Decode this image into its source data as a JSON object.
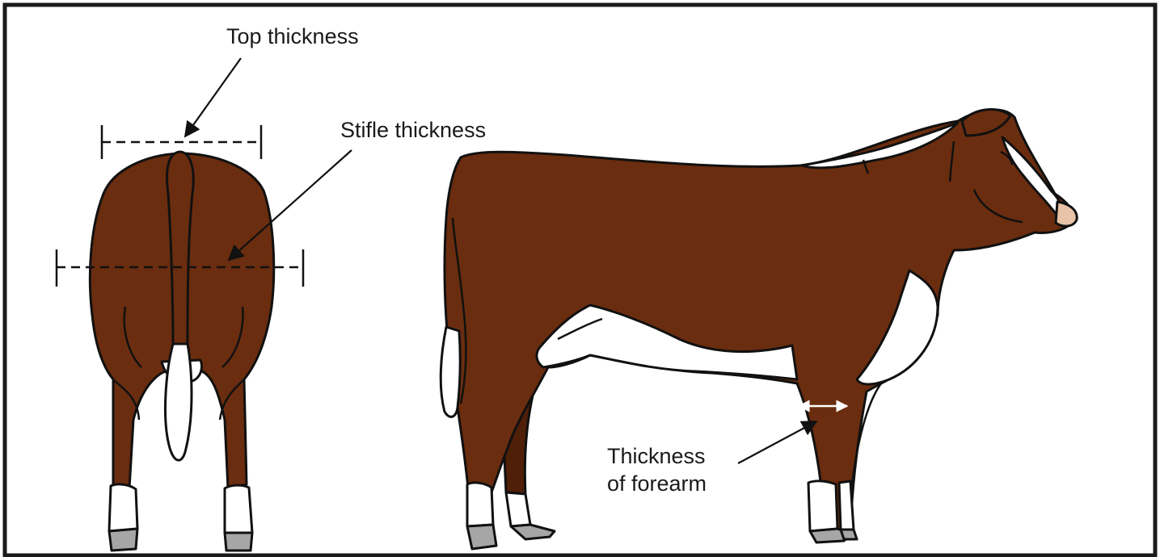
{
  "labels": {
    "top_thickness": "Top thickness",
    "stifle_thickness": "Stifle thickness",
    "forearm_line1": "Thickness",
    "forearm_line2": "of forearm"
  },
  "colors": {
    "hide": "#6b2d0f",
    "hide_shadow": "#4f1f08",
    "white_marking": "#ffffff",
    "hoof": "#a6a6a6",
    "outline": "#111111",
    "nose": "#e8c3a8"
  }
}
